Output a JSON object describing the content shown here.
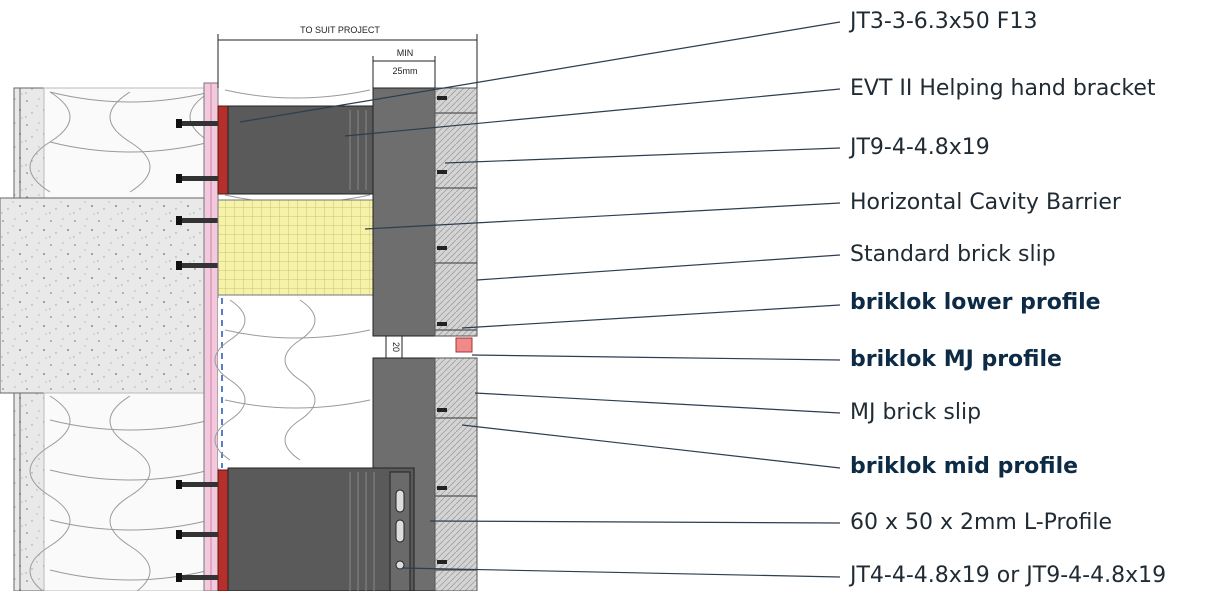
{
  "drawing": {
    "dim_overall": "TO SUIT PROJECT",
    "dim_min_line1": "MIN",
    "dim_min_line2": "25mm",
    "dim_gap": "20"
  },
  "callouts": [
    {
      "label": "JT3-3-6.3x50 F13",
      "bold": false
    },
    {
      "label": "EVT II Helping hand bracket",
      "bold": false
    },
    {
      "label": "JT9-4-4.8x19",
      "bold": false
    },
    {
      "label": "Horizontal Cavity Barrier",
      "bold": false
    },
    {
      "label": "Standard brick slip",
      "bold": false
    },
    {
      "label": "briklok lower profile",
      "bold": true
    },
    {
      "label": "briklok MJ profile",
      "bold": true
    },
    {
      "label": "MJ brick slip",
      "bold": false
    },
    {
      "label": "briklok mid profile",
      "bold": true
    },
    {
      "label": "60 x 50 x 2mm L-Profile",
      "bold": false
    },
    {
      "label": "JT4-4-4.8x19 or JT9-4-4.8x19",
      "bold": false
    }
  ],
  "colors": {
    "bracket": "#5a5a5a",
    "rail": "#6e6e6e",
    "slip": "#cfcfcf",
    "cavity_barrier": "#f6f3a8",
    "membrane": "#f3c9dd",
    "fixing_pad": "#b5302a",
    "mj_profile": "#f08a8a",
    "leader": "#2c3e50"
  }
}
